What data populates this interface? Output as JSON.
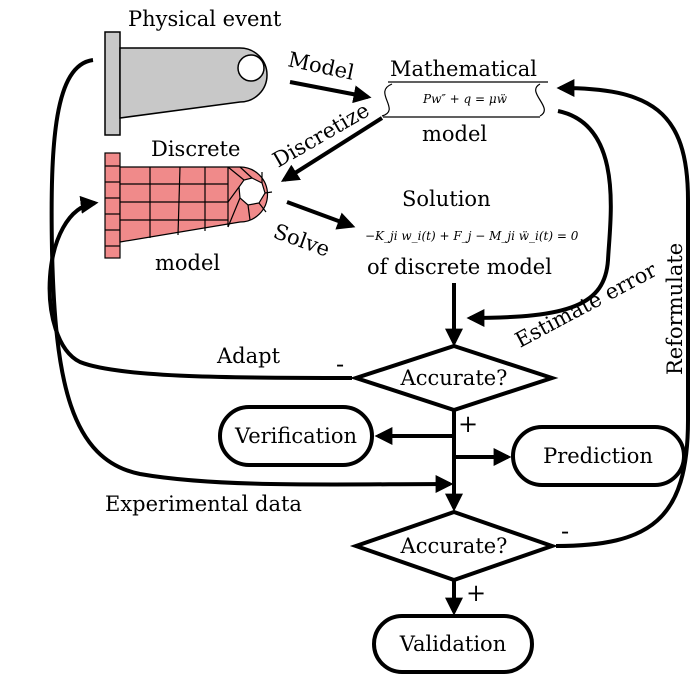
{
  "labels": {
    "physical_event": "Physical event",
    "model_arrow": "Model",
    "mathematical": "Mathematical",
    "model_word": "model",
    "discretize": "Discretize",
    "discrete": "Discrete",
    "discrete_model_word": "model",
    "solve": "Solve",
    "solution": "Solution",
    "of_discrete_model": "of discrete model",
    "estimate_error": "Estimate error",
    "reformulate": "Reformulate",
    "adapt": "Adapt",
    "experimental_data": "Experimental data"
  },
  "equations": {
    "math_model": "Pw″ + q = μẅ",
    "discrete_solution": "−K_ji w_i(t) + F_j − M_ji ẅ_i(t) = 0"
  },
  "nodes": {
    "accurate_1": "Accurate?",
    "accurate_2": "Accurate?",
    "verification": "Verification",
    "prediction": "Prediction",
    "validation": "Validation"
  },
  "signs": {
    "adapt_minus": "-",
    "accurate1_plus": "+",
    "reformulate_minus": "-",
    "accurate2_plus": "+"
  },
  "colors": {
    "physical_body": "#c8c8c8",
    "discrete_body": "#f08a8a",
    "stroke": "#000000"
  }
}
